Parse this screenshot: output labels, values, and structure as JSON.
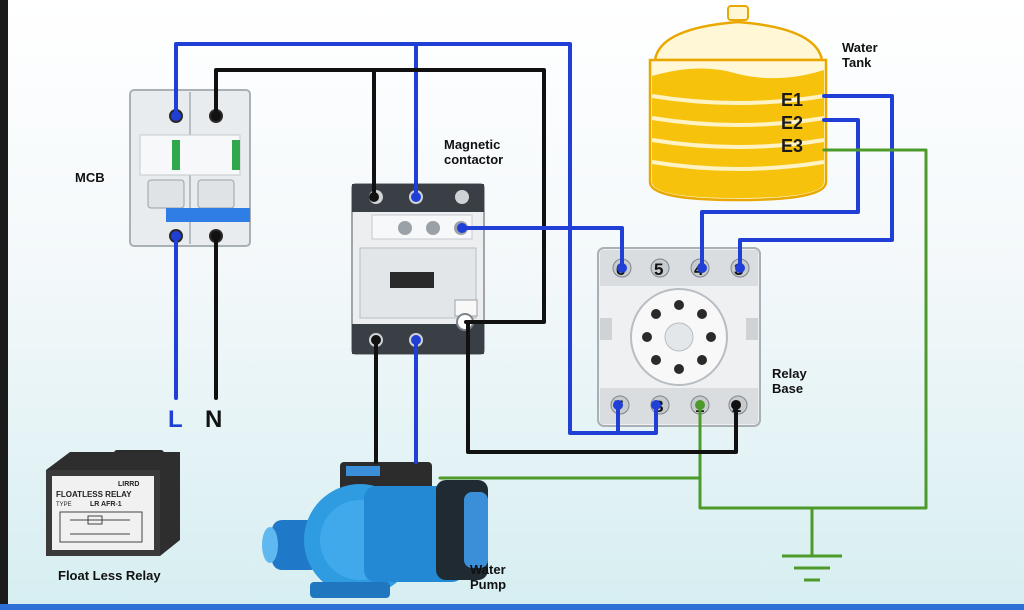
{
  "labels": {
    "mcb": "MCB",
    "contactor_line1": "Magnetic",
    "contactor_line2": "contactor",
    "tank_line1": "Water",
    "tank_line2": "Tank",
    "relay_base_line1": "Relay",
    "relay_base_line2": "Base",
    "float_less_relay": "Float Less Relay",
    "pump_line1": "Water",
    "pump_line2": "Pump",
    "live": "L",
    "neutral": "N"
  },
  "electrodes": [
    "E1",
    "E2",
    "E3"
  ],
  "relay_terminals_top": [
    "6",
    "5",
    "4",
    "3"
  ],
  "relay_terminals_bottom": [
    "7",
    "8",
    "1",
    "2"
  ],
  "relay_module": {
    "brand": "LIRRD",
    "title": "FLOATLESS RELAY",
    "type_label": "TYPE",
    "model": "LR AFR-1"
  },
  "colors": {
    "live_wire": "#1f3fd6",
    "neutral_wire": "#111111",
    "ground_wire": "#4d9a2a",
    "tank_fill": "#f6c20c",
    "pump_body": "#2f9be0"
  }
}
